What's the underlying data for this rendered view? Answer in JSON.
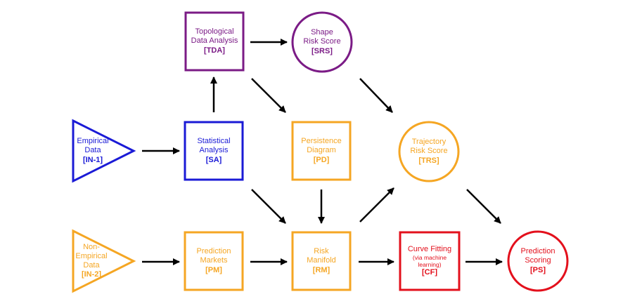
{
  "colors": {
    "purple": "#7b1b86",
    "blue": "#1a1ad6",
    "orange": "#f5a623",
    "red": "#e3101c",
    "arrow": "#000000"
  },
  "nodes": {
    "tda": {
      "line1": "Topological",
      "line2": "Data Analysis",
      "code": "[TDA]",
      "color": "purple",
      "shape": "square"
    },
    "srs": {
      "line1": "Shape",
      "line2": "Risk Score",
      "code": "[SRS]",
      "color": "purple",
      "shape": "circle"
    },
    "in1": {
      "line1": "Empirical",
      "line2": "Data",
      "code": "[IN-1]",
      "color": "blue",
      "shape": "triangle"
    },
    "sa": {
      "line1": "Statistical",
      "line2": "Analysis",
      "code": "[SA]",
      "color": "blue",
      "shape": "square"
    },
    "pd": {
      "line1": "Persistence",
      "line2": "Diagram",
      "code": "[PD]",
      "color": "orange",
      "shape": "square"
    },
    "trs": {
      "line1": "Trajectory",
      "line2": "Risk Score",
      "code": "[TRS]",
      "color": "orange",
      "shape": "circle"
    },
    "in2": {
      "line1": "Non-",
      "line2": "Empirical",
      "line3": "Data",
      "code": "[IN-2]",
      "color": "orange",
      "shape": "triangle"
    },
    "pm": {
      "line1": "Prediction",
      "line2": "Markets",
      "code": "[PM]",
      "color": "orange",
      "shape": "square"
    },
    "rm": {
      "line1": "Risk",
      "line2": "Manifold",
      "code": "[RM]",
      "color": "orange",
      "shape": "square"
    },
    "cf": {
      "line1": "Curve Fitting",
      "line2": "(via machine",
      "line3": "learning)",
      "code": "[CF]",
      "color": "red",
      "shape": "square"
    },
    "ps": {
      "line1": "Prediction",
      "line2": "Scoring",
      "code": "[PS]",
      "color": "red",
      "shape": "circle"
    }
  },
  "edges": [
    {
      "from": "in1",
      "to": "sa"
    },
    {
      "from": "sa",
      "to": "tda"
    },
    {
      "from": "tda",
      "to": "srs"
    },
    {
      "from": "tda",
      "to": "pd"
    },
    {
      "from": "srs",
      "to": "trs"
    },
    {
      "from": "sa",
      "to": "rm"
    },
    {
      "from": "pd",
      "to": "rm"
    },
    {
      "from": "rm",
      "to": "trs"
    },
    {
      "from": "trs",
      "to": "ps"
    },
    {
      "from": "in2",
      "to": "pm"
    },
    {
      "from": "pm",
      "to": "rm"
    },
    {
      "from": "rm",
      "to": "cf"
    },
    {
      "from": "cf",
      "to": "ps"
    }
  ]
}
